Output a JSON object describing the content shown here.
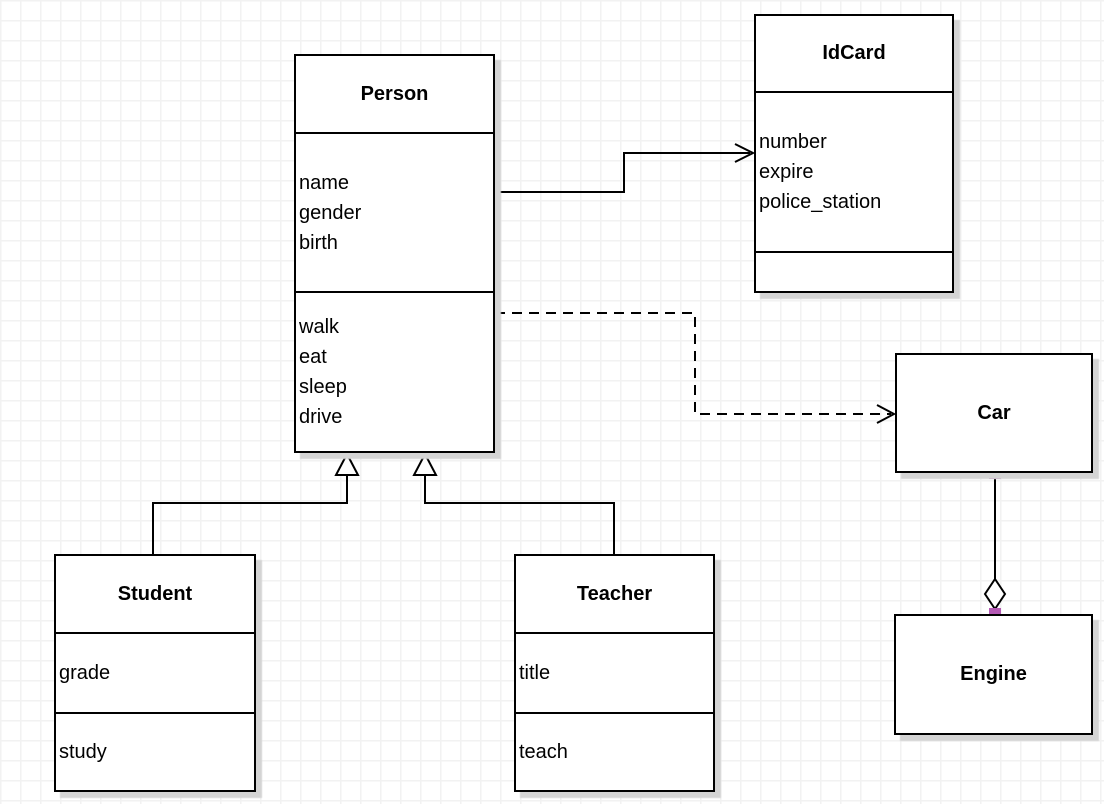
{
  "colors": {
    "stroke": "#000000",
    "shape_fill": "#ffffff",
    "shadow": "#d4d4d4",
    "grid_line": "#f2f2f2",
    "canvas_bg": "#ffffff",
    "connection_point": "#b459b4"
  },
  "diagram": {
    "classes": {
      "person": {
        "title": "Person",
        "attributes": [
          "name",
          "gender",
          "birth"
        ],
        "methods": [
          "walk",
          "eat",
          "sleep",
          "drive"
        ]
      },
      "idcard": {
        "title": "IdCard",
        "attributes": [
          "number",
          "expire",
          "police_station"
        ],
        "methods": []
      },
      "car": {
        "title": "Car"
      },
      "engine": {
        "title": "Engine"
      },
      "student": {
        "title": "Student",
        "attributes": [
          "grade"
        ],
        "methods": [
          "study"
        ]
      },
      "teacher": {
        "title": "Teacher",
        "attributes": [
          "title"
        ],
        "methods": [
          "teach"
        ]
      }
    },
    "relationships": [
      {
        "from": "Person",
        "to": "IdCard",
        "type": "directed-association",
        "line": "solid",
        "arrow": "open"
      },
      {
        "from": "Person",
        "to": "Car",
        "type": "dependency",
        "line": "dashed",
        "arrow": "open"
      },
      {
        "from": "Student",
        "to": "Person",
        "type": "generalization",
        "line": "solid",
        "arrow": "hollow-triangle"
      },
      {
        "from": "Teacher",
        "to": "Person",
        "type": "generalization",
        "line": "solid",
        "arrow": "hollow-triangle"
      },
      {
        "from": "Car",
        "to": "Engine",
        "type": "aggregation",
        "line": "solid",
        "arrow": "hollow-diamond"
      }
    ]
  }
}
